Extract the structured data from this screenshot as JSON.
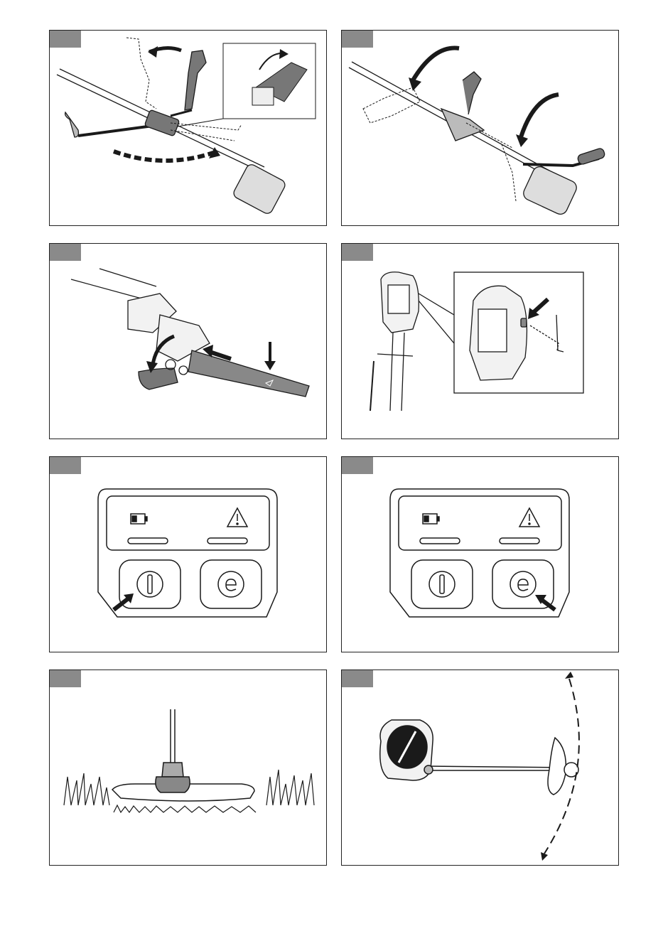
{
  "document": {
    "type": "instruction-figure-sheet",
    "colors": {
      "frame": "#222222",
      "tag": "#8a8a8a",
      "line": "#1a1a1a",
      "fill_dark": "#555555",
      "fill_light": "#e6e6e6"
    },
    "panels": [
      {
        "id": "p1",
        "label": "",
        "depicts": "handle-rotation-illustration"
      },
      {
        "id": "p2",
        "label": "",
        "depicts": "handle-fold-illustration"
      },
      {
        "id": "p3",
        "label": "",
        "depicts": "shaft-coupling-illustration"
      },
      {
        "id": "p4",
        "label": "",
        "depicts": "battery-compartment-illustration"
      },
      {
        "id": "p5",
        "label": "",
        "depicts": "keypad-power-button-illustration"
      },
      {
        "id": "p6",
        "label": "",
        "depicts": "keypad-savee-button-illustration"
      },
      {
        "id": "p7",
        "label": "",
        "depicts": "blade-height-illustration"
      },
      {
        "id": "p8",
        "label": "",
        "depicts": "sweeping-motion-illustration"
      }
    ]
  }
}
